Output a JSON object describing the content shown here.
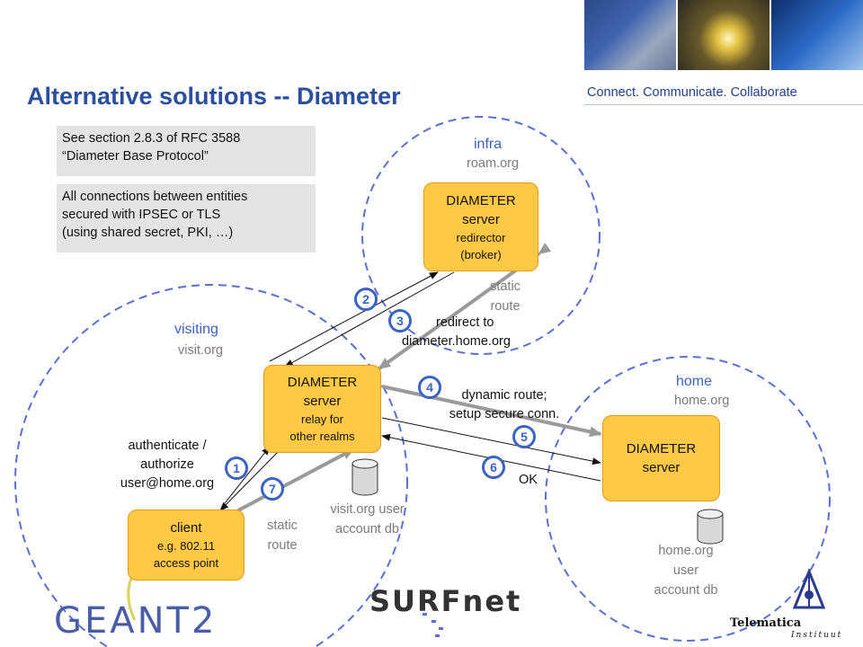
{
  "title": "Alternative solutions -- Diameter",
  "tagline": "Connect. Communicate. Collaborate",
  "notes": {
    "rfc": [
      "See section 2.8.3 of RFC 3588",
      "“Diameter Base Protocol”"
    ],
    "security": [
      "All connections between entities",
      "secured with IPSEC or TLS",
      "(using shared secret, PKI, …)"
    ]
  },
  "domains": {
    "infra": {
      "label": "infra",
      "realm": "roam.org"
    },
    "visiting": {
      "label": "visiting",
      "realm": "visit.org"
    },
    "home": {
      "label": "home",
      "realm": "home.org"
    }
  },
  "nodes": {
    "broker": [
      "DIAMETER",
      "server",
      "redirector",
      "(broker)"
    ],
    "relay": [
      "DIAMETER",
      "server",
      "relay for",
      "other realms"
    ],
    "home_server": [
      "DIAMETER",
      "server"
    ],
    "client": [
      "client",
      "e.g. 802.11",
      "access point"
    ]
  },
  "databases": {
    "visit": [
      "visit.org user",
      "account db"
    ],
    "home": [
      "home.org",
      "user",
      "account db"
    ]
  },
  "labels": {
    "static_route_top": [
      "static",
      "route"
    ],
    "static_route_bottom": [
      "static",
      "route"
    ],
    "redirect": [
      "redirect to",
      "diameter.home.org"
    ],
    "dynamic": [
      "dynamic route;",
      "setup secure conn."
    ],
    "auth": [
      "authenticate /",
      "authorize",
      "user@home.org"
    ],
    "ok": "OK"
  },
  "steps": [
    "1",
    "2",
    "3",
    "4",
    "5",
    "6",
    "7"
  ],
  "logos": {
    "geant": "GEANT2",
    "surfnet": "SURFnet",
    "telematica": "Telematica",
    "instituut": "Instituut"
  },
  "colors": {
    "title": "#2a4f9f",
    "node_fill": "#ffc845",
    "domain_circle": "#5a6fd6",
    "badge": "#3b63c4"
  }
}
